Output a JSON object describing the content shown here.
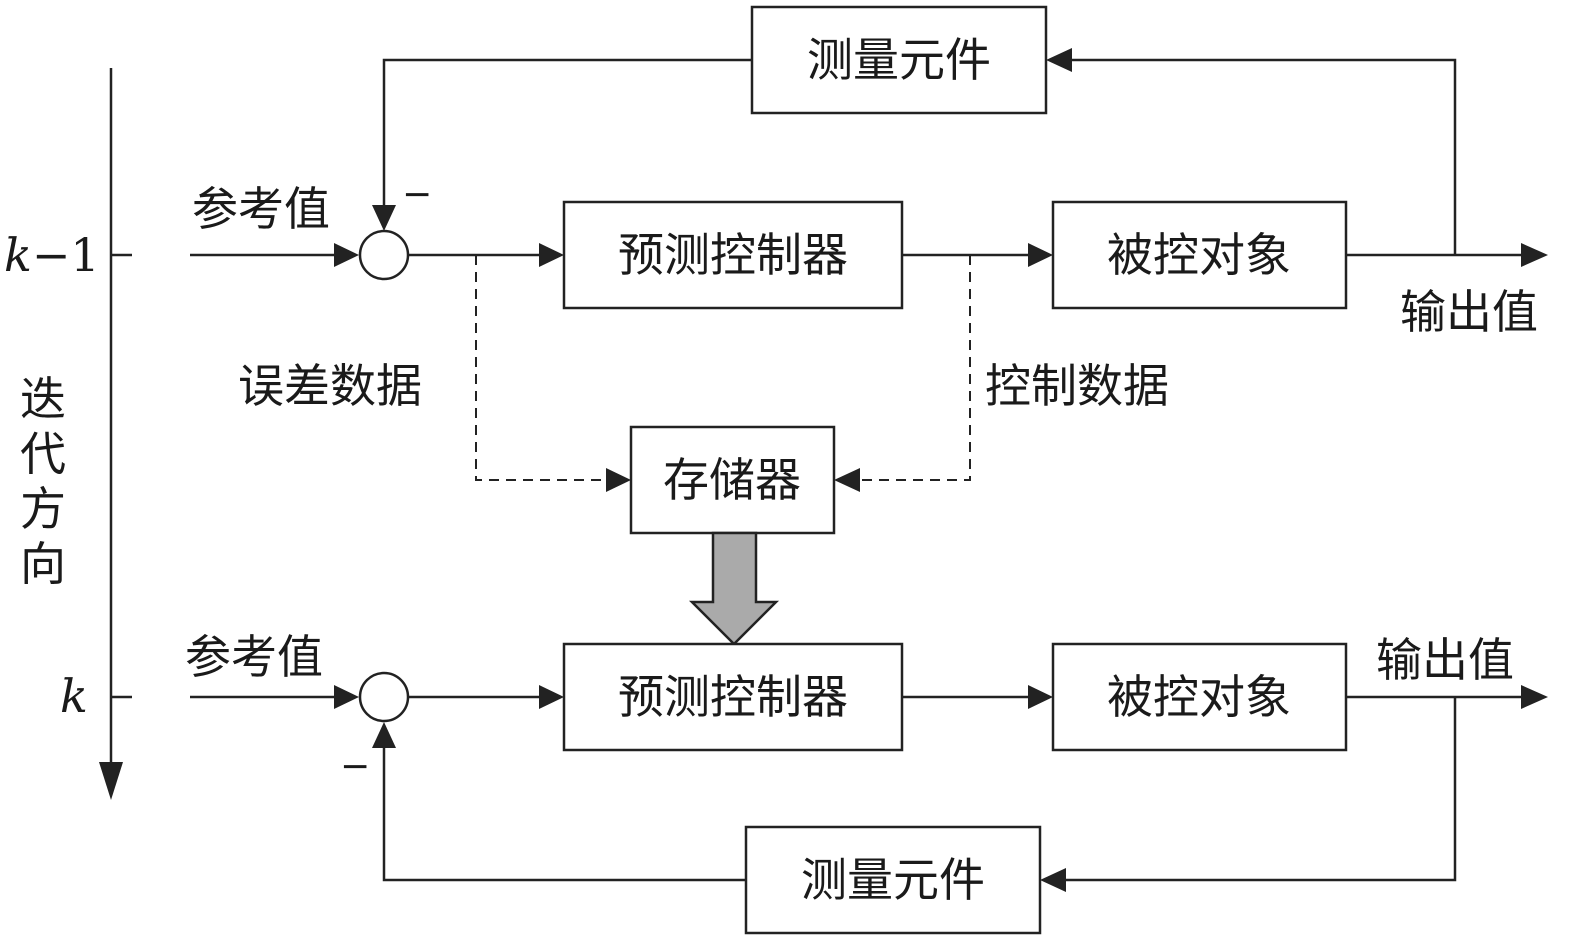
{
  "iteration_axis": {
    "prev_label_var": "k",
    "prev_label_rest": "−1",
    "curr_label": "k",
    "direction_chars": [
      "迭",
      "代",
      "方",
      "向"
    ]
  },
  "top_loop": {
    "reference_label": "参考值",
    "sum_sign": "−",
    "controller_label": "预测控制器",
    "plant_label": "被控对象",
    "output_label": "输出值",
    "sensor_label": "测量元件"
  },
  "bottom_loop": {
    "reference_label": "参考值",
    "sum_sign": "−",
    "controller_label": "预测控制器",
    "plant_label": "被控对象",
    "output_label": "输出值",
    "sensor_label": "测量元件"
  },
  "memory": {
    "label": "存储器",
    "error_data_label": "误差数据",
    "control_data_label": "控制数据"
  }
}
